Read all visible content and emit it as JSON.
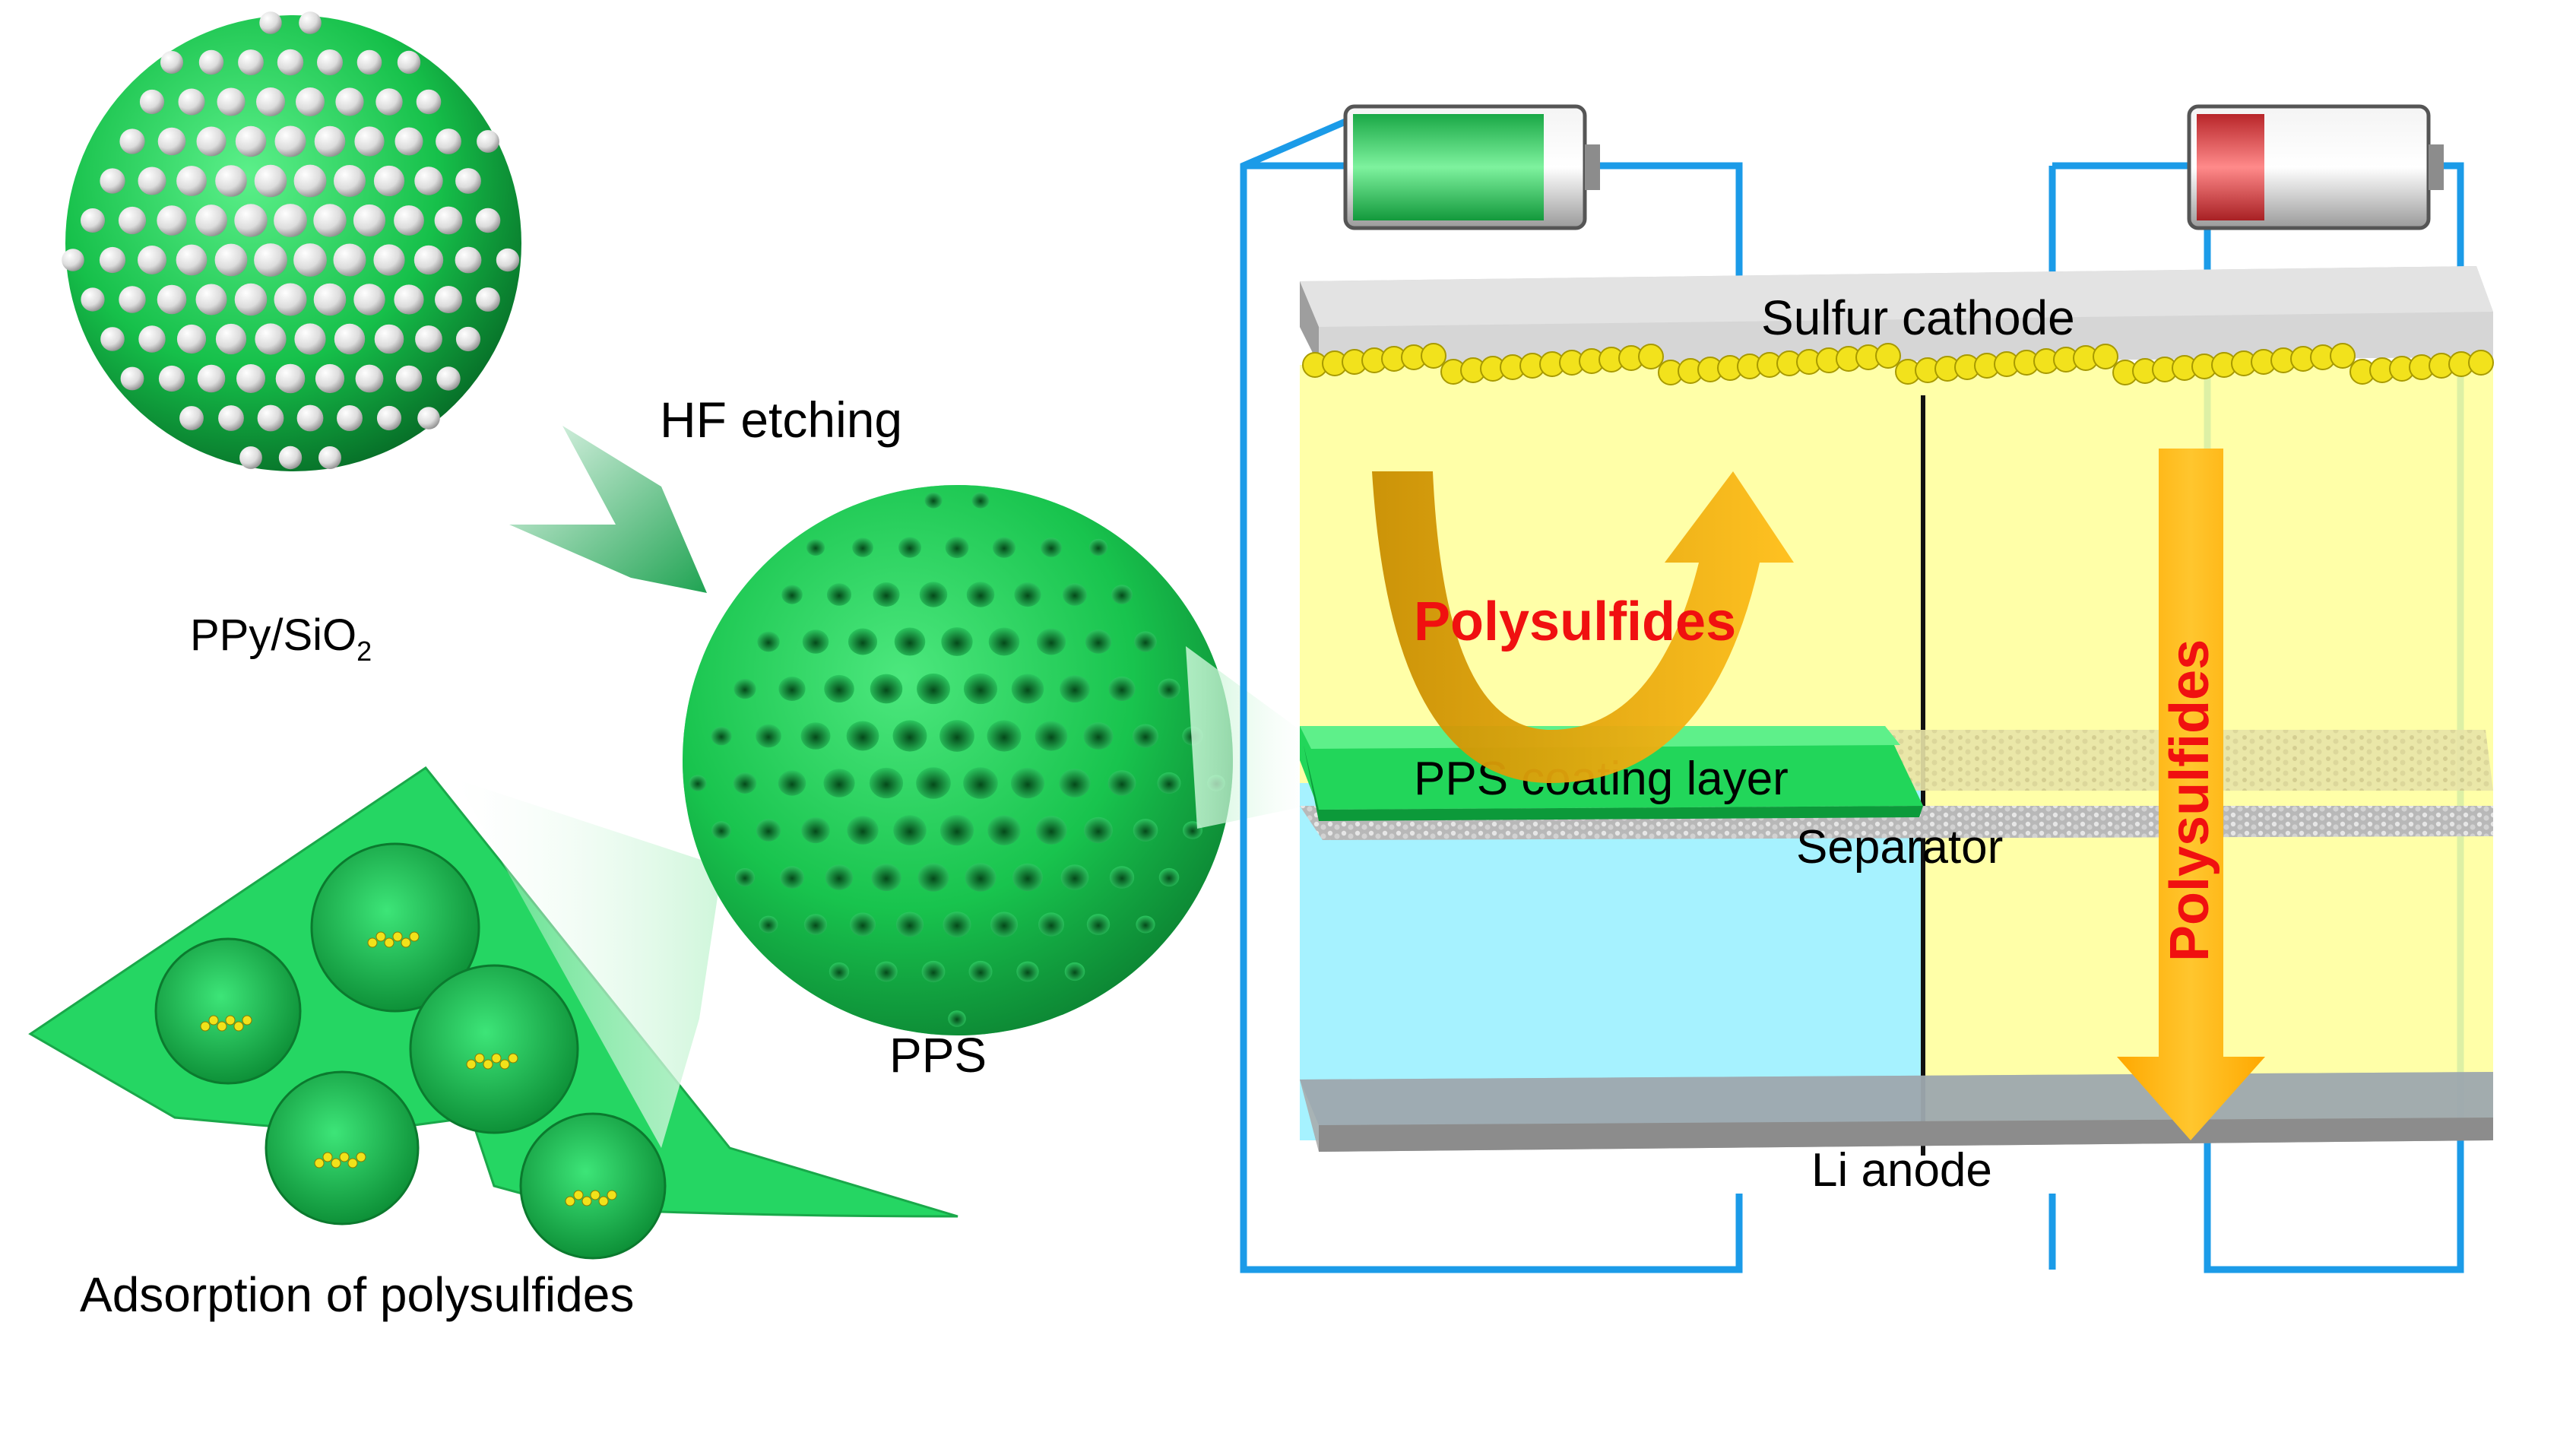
{
  "labels": {
    "ppy_main": "PPy/SiO",
    "ppy_sub": "2",
    "hf_etching": "HF etching",
    "pps": "PPS",
    "adsorption": "Adsorption of polysulfides",
    "sulfur_cathode": "Sulfur cathode",
    "polysulfides_left": "Polysulfides",
    "polysulfides_right": "Polysulfides",
    "pps_coating": "PPS coating layer",
    "separator": "Separator",
    "li_anode": "Li anode"
  },
  "colors": {
    "green": "#22d65a",
    "dark_green": "#0c9a3a",
    "wire_blue": "#1b9be8",
    "electrolyte_yellow": "#ffff99",
    "electrolyte_cyan": "#a6f2ff",
    "arrow_orange": "#ffb400",
    "text_red": "#f01010",
    "cathode_gray": "#d6d6d6"
  },
  "batteries": [
    {
      "state": "charged",
      "fill_fraction": 0.85,
      "fill_color": "#2ed35a"
    },
    {
      "state": "discharged",
      "fill_fraction": 0.3,
      "fill_color": "#e04848"
    }
  ]
}
